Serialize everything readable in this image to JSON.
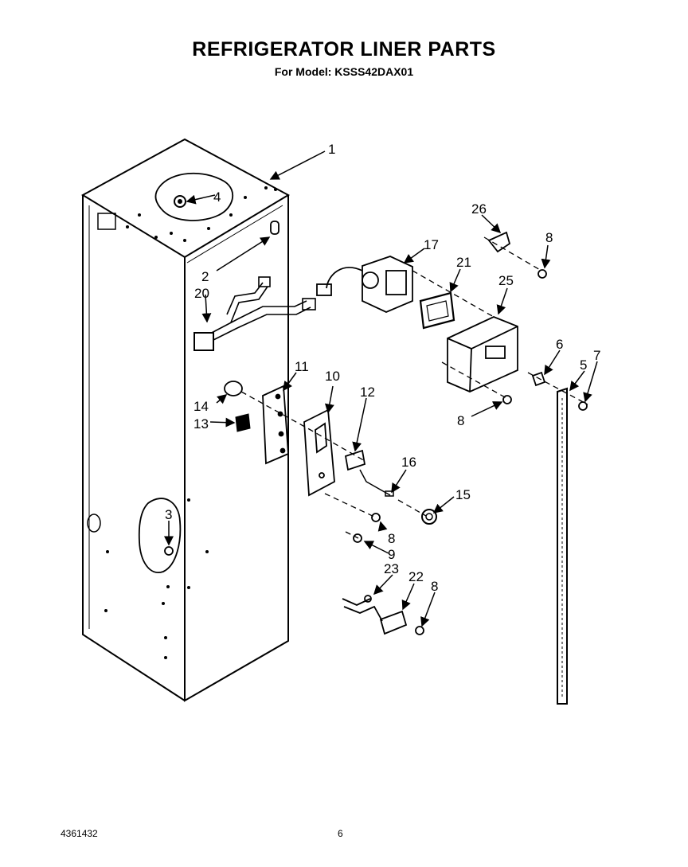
{
  "header": {
    "title": "REFRIGERATOR LINER PARTS",
    "subtitle": "For Model: KSSS42DAX01"
  },
  "footer": {
    "doc_number": "4361432",
    "page_number": "6"
  },
  "callouts": {
    "c1": "1",
    "c2": "2",
    "c3": "3",
    "c4": "4",
    "c5": "5",
    "c6": "6",
    "c7": "7",
    "c8a": "8",
    "c8b": "8",
    "c8c": "8",
    "c8d": "8",
    "c9": "9",
    "c10": "10",
    "c11": "11",
    "c12": "12",
    "c13": "13",
    "c14": "14",
    "c15": "15",
    "c16": "16",
    "c17": "17",
    "c20": "20",
    "c21": "21",
    "c22": "22",
    "c23": "23",
    "c25": "25",
    "c26": "26"
  }
}
